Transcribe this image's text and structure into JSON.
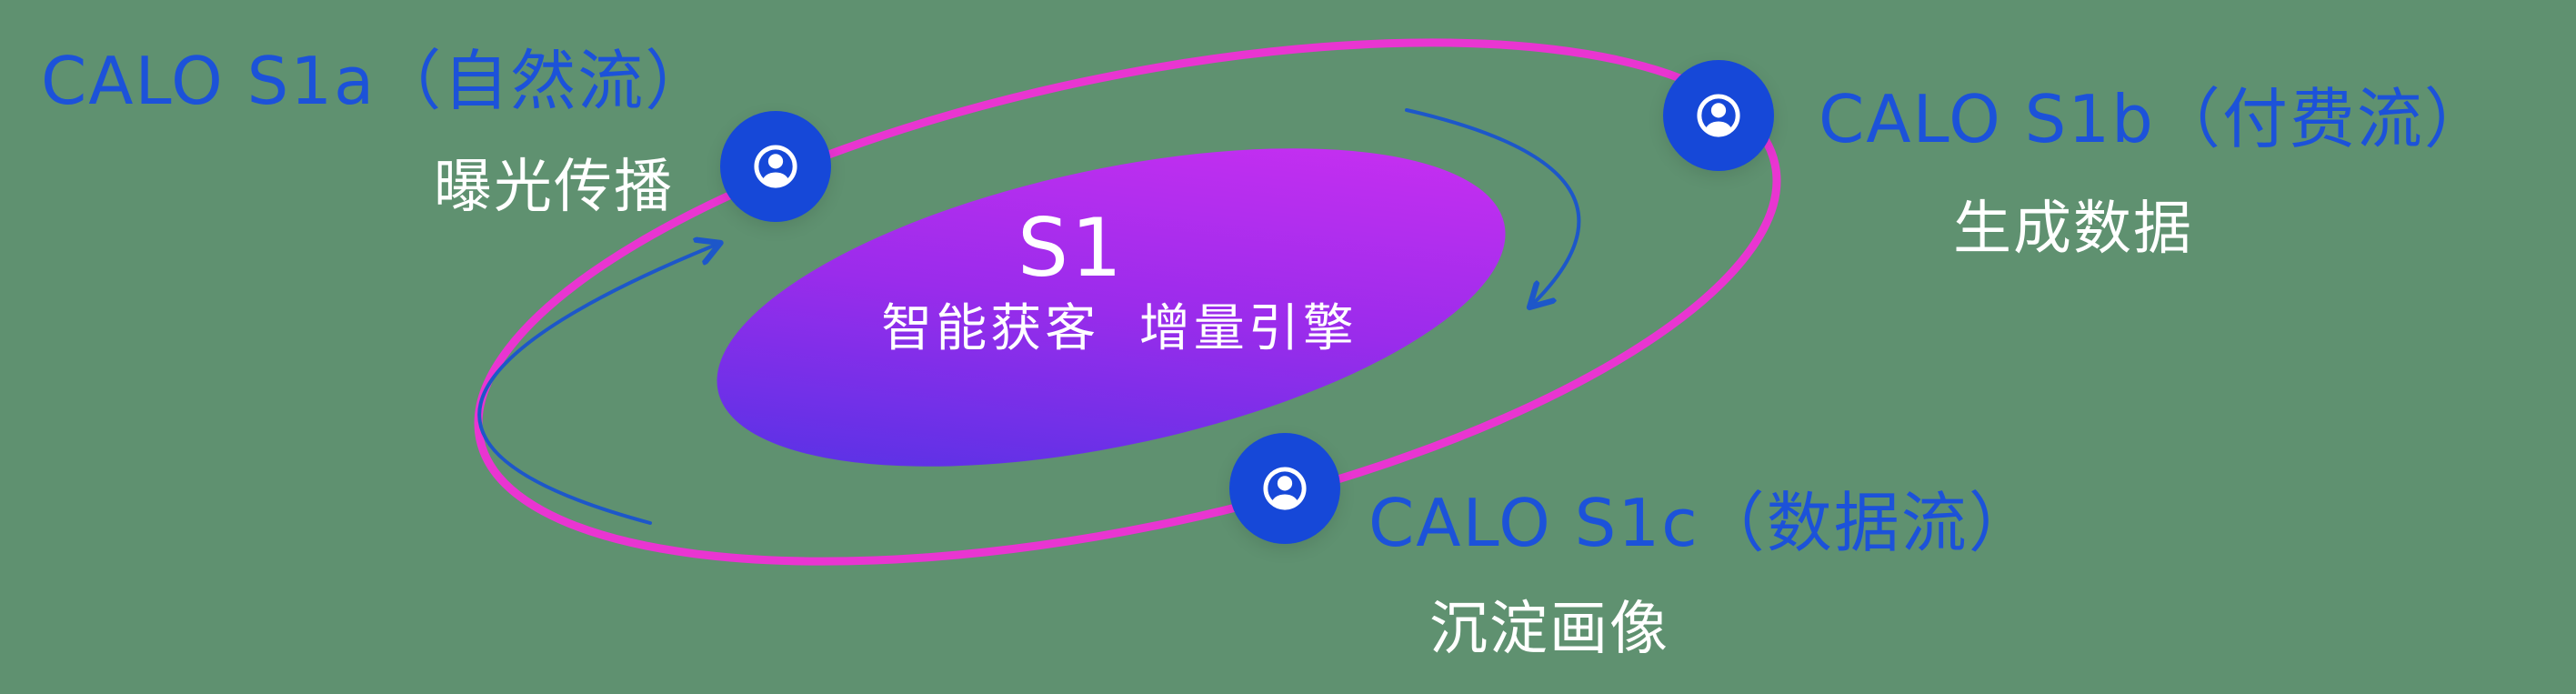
{
  "diagram": {
    "core": {
      "title": "S1",
      "subtitle": "智能获客  增量引擎"
    },
    "nodes": [
      {
        "name": "CALO S1a",
        "label": "CALO S1a（自然流）",
        "sublabel": "曝光传播",
        "icon": "user-icon"
      },
      {
        "name": "CALO S1b",
        "label": "CALO S1b（付费流）",
        "sublabel": "生成数据",
        "icon": "user-icon"
      },
      {
        "name": "CALO S1c",
        "label": "CALO S1c（数据流）",
        "sublabel": "沉淀画像",
        "icon": "user-icon"
      }
    ],
    "colors": {
      "background": "#5F9170",
      "orbit_ring": "#E935D1",
      "core_gradient_start": "#4634E4",
      "core_gradient_mid": "#9A2CEB",
      "core_gradient_end": "#D430F2",
      "node_fill": "#1648D8",
      "label_blue": "#1C52D9",
      "arrow_blue": "#1D57C9",
      "text_white": "#FFFFFF"
    }
  }
}
